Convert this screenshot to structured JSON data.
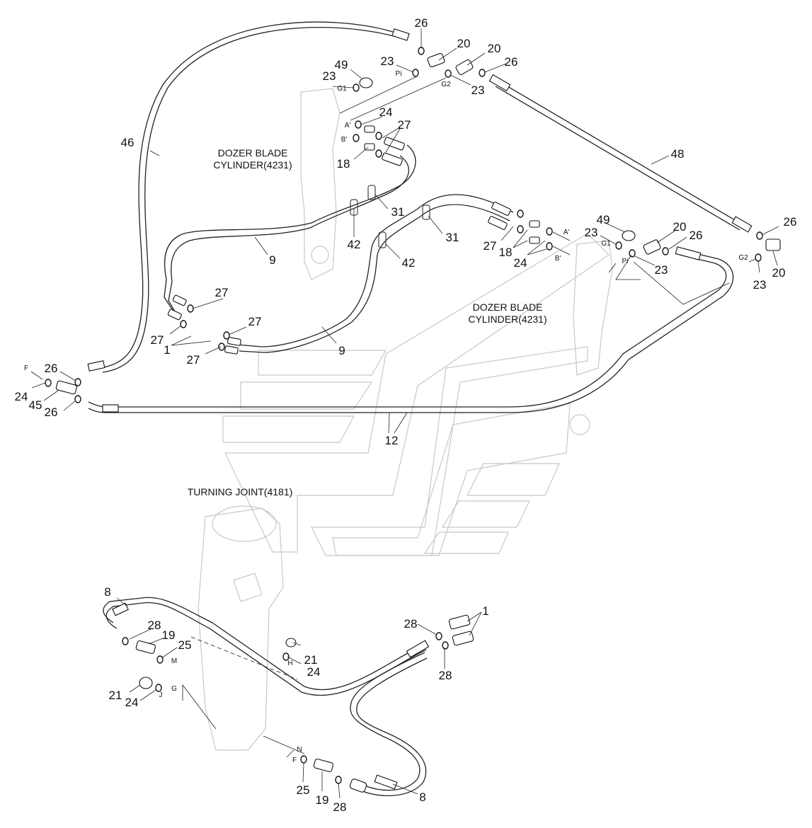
{
  "titles": {
    "dozer_left": [
      "DOZER BLADE",
      "CYLINDER(4231)"
    ],
    "dozer_right": [
      "DOZER BLADE",
      "CYLINDER(4231)"
    ],
    "turning_joint": "TURNING JOINT(4181)"
  },
  "callouts": [
    "26",
    "20",
    "20",
    "26",
    "49",
    "23",
    "23",
    "23",
    "46",
    "24",
    "27",
    "18",
    "48",
    "31",
    "42",
    "31",
    "42",
    "9",
    "27",
    "18",
    "24",
    "49",
    "23",
    "20",
    "26",
    "23",
    "20",
    "26",
    "27",
    "27",
    "1",
    "27",
    "27",
    "9",
    "26",
    "24",
    "45",
    "26",
    "12",
    "8",
    "28",
    "19",
    "25",
    "21",
    "24",
    "21",
    "24",
    "28",
    "1",
    "28",
    "25",
    "19",
    "28",
    "8",
    "23"
  ],
  "ports": [
    "Pi",
    "G1",
    "G2",
    "A'",
    "B'",
    "G1",
    "Pi",
    "A'",
    "B'",
    "G2",
    "F",
    "M",
    "H",
    "J",
    "G",
    "N",
    "F"
  ]
}
